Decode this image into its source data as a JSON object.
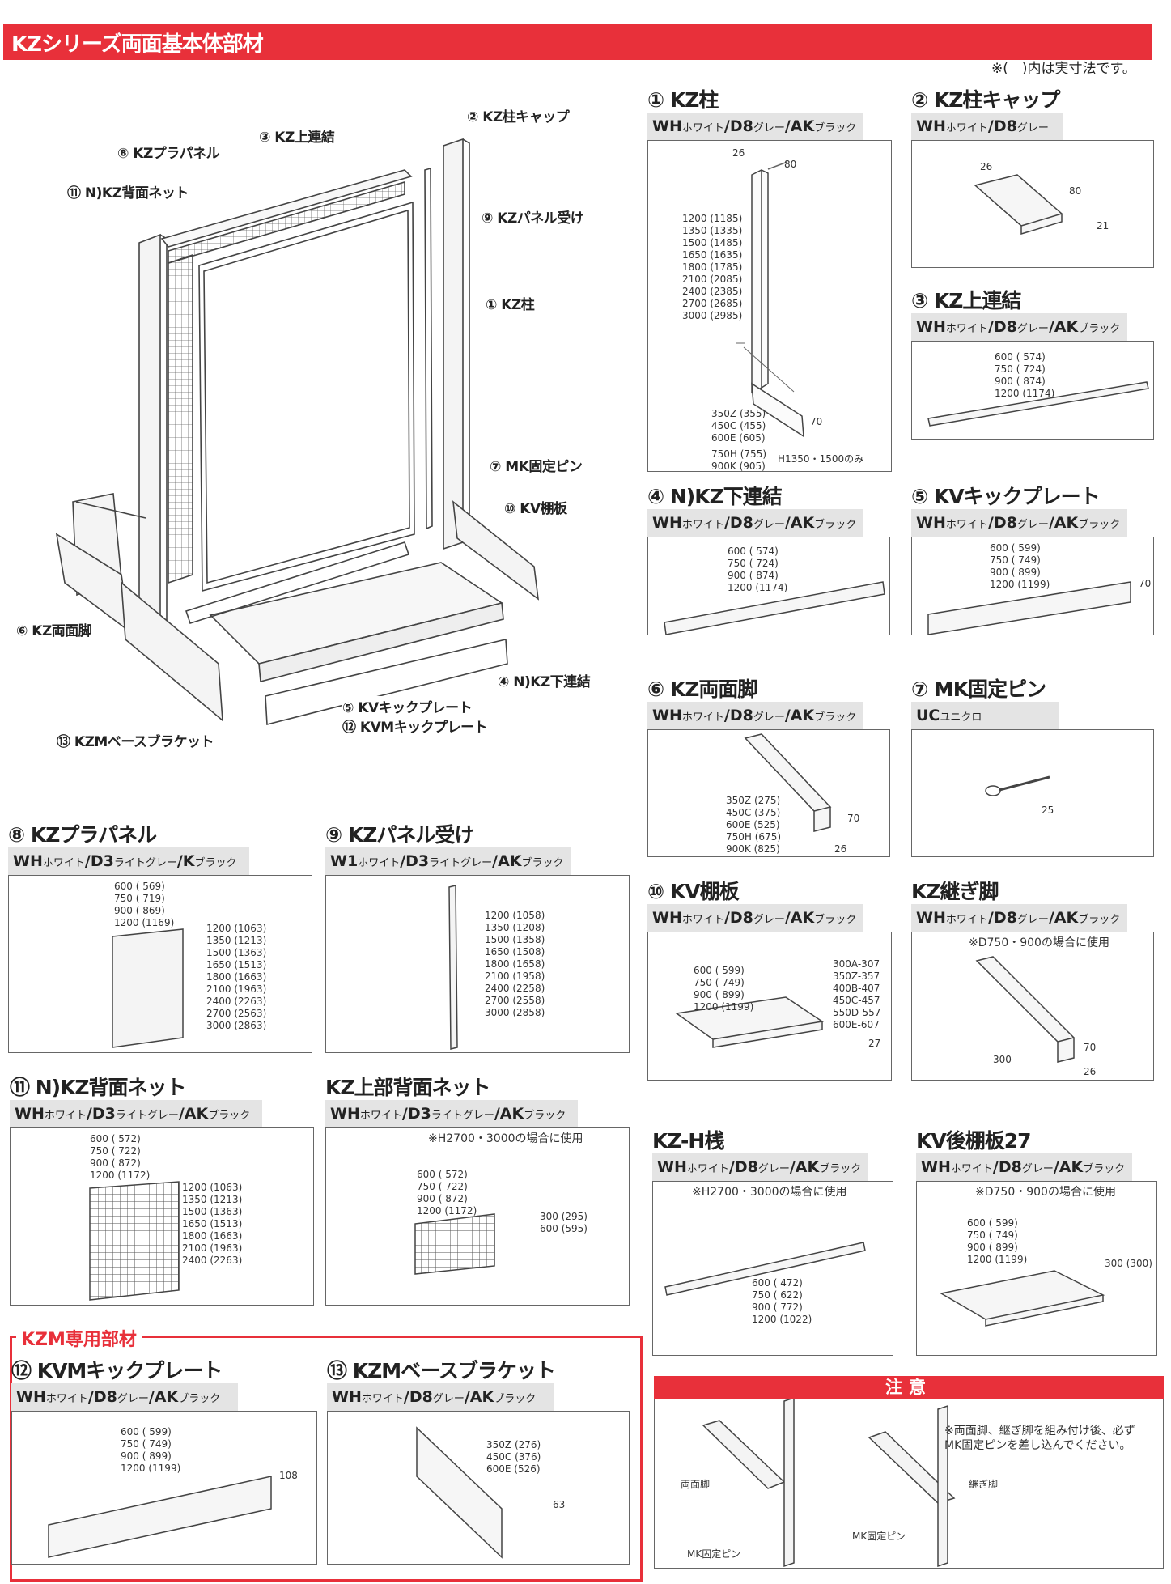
{
  "header": {
    "title": "KZシリーズ両面基本体部材",
    "note": "※(　)内は実寸法です。"
  },
  "diagram": {
    "labels": {
      "l1": "⑧ KZプラパネル",
      "l2": "③ KZ上連結",
      "l3": "② KZ柱キャップ",
      "l4": "⑪ N)KZ背面ネット",
      "l5": "⑨ KZパネル受け",
      "l6": "① KZ柱",
      "l7": "⑦ MK固定ピン",
      "l8": "⑩ KV棚板",
      "l9": "⑥ KZ両面脚",
      "l10": "④ N)KZ下連結",
      "l11": "⑤ KVキックプレート",
      "l12": "⑫ KVMキックプレート",
      "l13": "⑬ KZMベースブラケット"
    }
  },
  "parts": {
    "p1": {
      "title": "① KZ柱",
      "band": "WH",
      "b1": "ホワイト",
      "c2": "/D8",
      "b2": "グレー",
      "c3": "/AK",
      "b3": "ブラック",
      "dims1": "1200 (1185)\n1350 (1335)\n1500 (1485)\n1650 (1635)\n1800 (1785)\n2100 (2085)\n2400 (2385)\n2700 (2685)\n3000 (2985)",
      "dims2": "350Z (355)\n450C (455)\n600E (605)",
      "dims3": "750H (755)\n900K (905)",
      "d26": "26",
      "d80": "80",
      "d70": "70",
      "note": "H1350・1500のみ"
    },
    "p2": {
      "title": "② KZ柱キャップ",
      "band": "WH",
      "b1": "ホワイト",
      "c2": "/D8",
      "b2": "グレー",
      "d26": "26",
      "d80": "80",
      "d21": "21"
    },
    "p3": {
      "title": "③ KZ上連結",
      "band": "WH",
      "b1": "ホワイト",
      "c2": "/D8",
      "b2": "グレー",
      "c3": "/AK",
      "b3": "ブラック",
      "dims": "600 ( 574)\n750 ( 724)\n900 ( 874)\n1200 (1174)"
    },
    "p4": {
      "title": "④ N)KZ下連結",
      "band": "WH",
      "b1": "ホワイト",
      "c2": "/D8",
      "b2": "グレー",
      "c3": "/AK",
      "b3": "ブラック",
      "dims": "600 ( 574)\n750 ( 724)\n900 ( 874)\n1200 (1174)"
    },
    "p5": {
      "title": "⑤ KVキックプレート",
      "band": "WH",
      "b1": "ホワイト",
      "c2": "/D8",
      "b2": "グレー",
      "c3": "/AK",
      "b3": "ブラック",
      "dims": "600 ( 599)\n750 ( 749)\n900 ( 899)\n1200 (1199)",
      "d70": "70"
    },
    "p6": {
      "title": "⑥ KZ両面脚",
      "band": "WH",
      "b1": "ホワイト",
      "c2": "/D8",
      "b2": "グレー",
      "c3": "/AK",
      "b3": "ブラック",
      "dims": "350Z (275)\n450C (375)\n600E (525)\n750H (675)\n900K (825)",
      "d70": "70",
      "d26": "26"
    },
    "p7": {
      "title": "⑦ MK固定ピン",
      "band": "UC",
      "b1": "ユニクロ",
      "d25": "25"
    },
    "p8": {
      "title": "⑧ KZプラパネル",
      "band": "WH",
      "b1": "ホワイト",
      "c2": "/D3",
      "b2": "ライトグレー",
      "c3": "/K",
      "b3": "ブラック",
      "dims1": "600 ( 569)\n750 ( 719)\n900 ( 869)\n1200 (1169)",
      "dims2": "1200 (1063)\n1350 (1213)\n1500 (1363)\n1650 (1513)\n1800 (1663)\n2100 (1963)\n2400 (2263)\n2700 (2563)\n3000 (2863)"
    },
    "p9": {
      "title": "⑨ KZパネル受け",
      "band": "W1",
      "b1": "ホワイト",
      "c2": "/D3",
      "b2": "ライトグレー",
      "c3": "/AK",
      "b3": "ブラック",
      "dims": "1200 (1058)\n1350 (1208)\n1500 (1358)\n1650 (1508)\n1800 (1658)\n2100 (1958)\n2400 (2258)\n2700 (2558)\n3000 (2858)"
    },
    "p10": {
      "title": "⑩ KV棚板",
      "band": "WH",
      "b1": "ホワイト",
      "c2": "/D8",
      "b2": "グレー",
      "c3": "/AK",
      "b3": "ブラック",
      "dims1": "600 ( 599)\n750 ( 749)\n900 ( 899)\n1200 (1199)",
      "dims2": "300A-307\n350Z-357\n400B-407\n450C-457\n550D-557\n600E-607",
      "d27": "27"
    },
    "p11": {
      "title": "KZ継ぎ脚",
      "band": "WH",
      "b1": "ホワイト",
      "c2": "/D8",
      "b2": "グレー",
      "c3": "/AK",
      "b3": "ブラック",
      "note": "※D750・900の場合に使用",
      "d300": "300",
      "d70": "70",
      "d26": "26"
    },
    "p12": {
      "title": "⑪ N)KZ背面ネット",
      "band": "WH",
      "b1": "ホワイト",
      "c2": "/D3",
      "b2": "ライトグレー",
      "c3": "/AK",
      "b3": "ブラック",
      "dims1": "600 ( 572)\n750 ( 722)\n900 ( 872)\n1200 (1172)",
      "dims2": "1200 (1063)\n1350 (1213)\n1500 (1363)\n1650 (1513)\n1800 (1663)\n2100 (1963)\n2400 (2263)"
    },
    "p13": {
      "title": "KZ上部背面ネット",
      "band": "WH",
      "b1": "ホワイト",
      "c2": "/D3",
      "b2": "ライトグレー",
      "c3": "/AK",
      "b3": "ブラック",
      "note": "※H2700・3000の場合に使用",
      "dims1": "600 ( 572)\n750 ( 722)\n900 ( 872)\n1200 (1172)",
      "dims2": "300 (295)\n600 (595)"
    },
    "p14": {
      "title": "KZ-H桟",
      "band": "WH",
      "b1": "ホワイト",
      "c2": "/D8",
      "b2": "グレー",
      "c3": "/AK",
      "b3": "ブラック",
      "note": "※H2700・3000の場合に使用",
      "dims": "600 ( 472)\n750 ( 622)\n900 ( 772)\n1200 (1022)"
    },
    "p15": {
      "title": "KV後棚板27",
      "band": "WH",
      "b1": "ホワイト",
      "c2": "/D8",
      "b2": "グレー",
      "c3": "/AK",
      "b3": "ブラック",
      "note": "※D750・900の場合に使用",
      "dims": "600 ( 599)\n750 ( 749)\n900 ( 899)\n1200 (1199)",
      "d300": "300 (300)"
    },
    "p16": {
      "title": "⑫ KVMキックプレート",
      "band": "WH",
      "b1": "ホワイト",
      "c2": "/D8",
      "b2": "グレー",
      "c3": "/AK",
      "b3": "ブラック",
      "dims": "600 ( 599)\n750 ( 749)\n900 ( 899)\n1200 (1199)",
      "d108": "108"
    },
    "p17": {
      "title": "⑬ KZMベースブラケット",
      "band": "WH",
      "b1": "ホワイト",
      "c2": "/D8",
      "b2": "グレー",
      "c3": "/AK",
      "b3": "ブラック",
      "dims": "350Z (276)\n450C (376)\n600E (526)",
      "d63": "63"
    }
  },
  "kzm": {
    "title": "KZM専用部材"
  },
  "warning": {
    "title": "注意",
    "text": "※両面脚、継ぎ脚を組み付け後、必ず\nMK固定ピンを差し込んでください。",
    "l1": "両面脚",
    "l2": "MK固定ピン",
    "l3": "継ぎ脚",
    "l4": "MK固定ピン"
  }
}
